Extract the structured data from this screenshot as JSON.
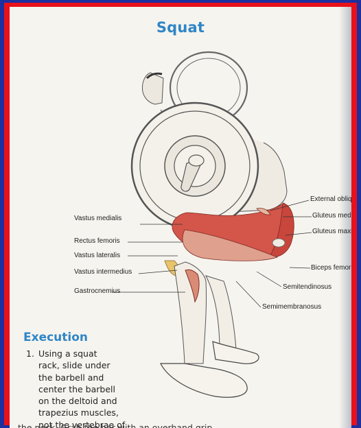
{
  "page": {
    "title": "Squat",
    "section": "Execution",
    "step": {
      "number": "1.",
      "lines": [
        "Using a squat",
        "rack, slide under",
        "the barbell and",
        "center the barbell",
        "on the deltoid and",
        "trapezius muscles,",
        "not the vertebrae of"
      ]
    },
    "cutoff_text": "the neck. Grab the bar with an overhand grip."
  },
  "labels": {
    "vastus_medialis": "Vastus medialis",
    "rectus_femoris": "Rectus femoris",
    "vastus_lateralis": "Vastus lateralis",
    "vastus_intermedius": "Vastus intermedius",
    "gastrocnemius": "Gastrocnemius",
    "external_oblique": "External oblique",
    "gluteus_medius": "Gluteus medius",
    "gluteus_maximus": "Gluteus maximu",
    "biceps_femoris": "Biceps femoris",
    "semitendinosus": "Semitendinosus",
    "semimembranosus": "Semimembranosus"
  },
  "colors": {
    "frame_blue": "#1e2f9e",
    "frame_red": "#e8111a",
    "heading_blue": "#2f86c6",
    "muscle_red": "#d4554a"
  }
}
